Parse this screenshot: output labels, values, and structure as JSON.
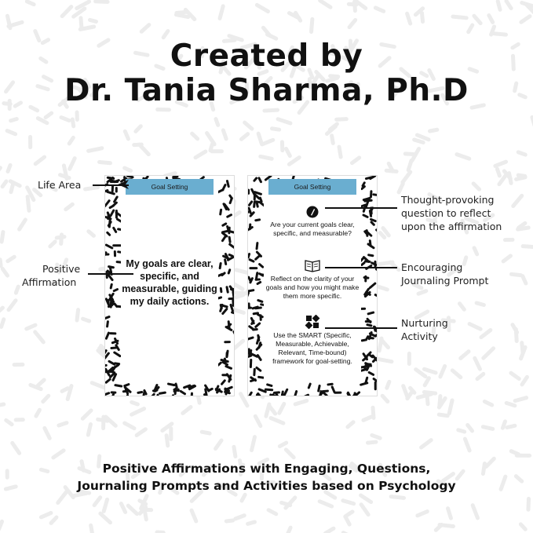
{
  "heading": {
    "line1": "Created by",
    "line2": "Dr. Tania Sharma, Ph.D"
  },
  "card_left": {
    "tag": "Goal Setting",
    "affirmation": "My goals are clear, specific, and measurable, guiding my daily actions."
  },
  "card_right": {
    "tag": "Goal Setting",
    "question": "Are your current goals clear, specific, and measurable?",
    "journal": "Reflect on the clarity of your goals and how you might make them more specific.",
    "activity": "Use the SMART (Specific, Measurable, Achievable, Relevant, Time-bound) framework for goal-setting.",
    "icons": [
      "pencil-icon",
      "open-book-icon",
      "puzzle-icon"
    ]
  },
  "callouts": {
    "life_area": "Life Area",
    "positive_affirmation": [
      "Positive",
      "Affirmation"
    ],
    "question": [
      "Thought-provoking",
      "question to reflect",
      "upon the affirmation"
    ],
    "journaling": [
      "Encouraging",
      "Journaling Prompt"
    ],
    "activity": [
      "Nurturing",
      "Activity"
    ]
  },
  "footer": {
    "line1": "Positive Affirmations with Engaging, Questions,",
    "line2": "Journaling Prompts and Activities based on Psychology"
  }
}
